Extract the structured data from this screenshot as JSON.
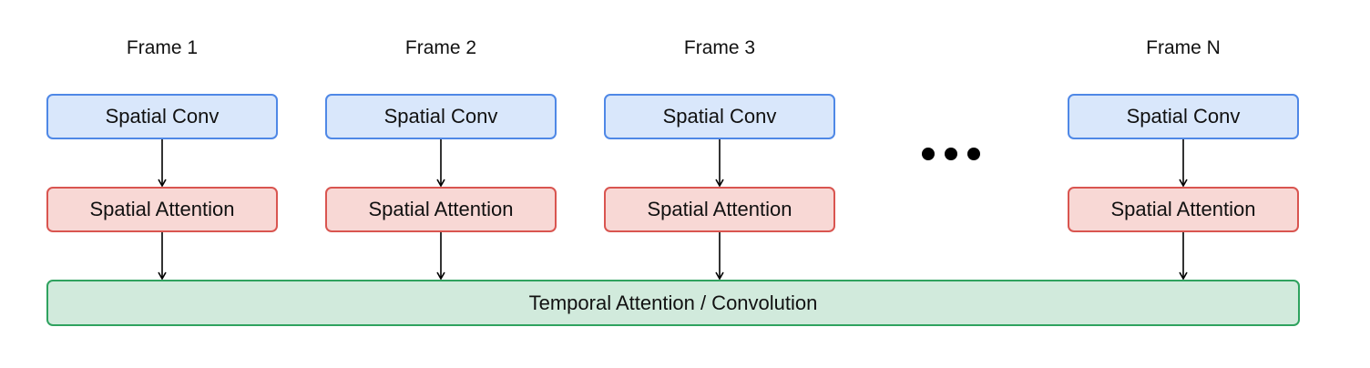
{
  "frames": [
    {
      "title": "Frame 1",
      "conv_label": "Spatial Conv",
      "attention_label": "Spatial Attention"
    },
    {
      "title": "Frame 2",
      "conv_label": "Spatial Conv",
      "attention_label": "Spatial Attention"
    },
    {
      "title": "Frame 3",
      "conv_label": "Spatial Conv",
      "attention_label": "Spatial Attention"
    },
    {
      "title": "Frame N",
      "conv_label": "Spatial Conv",
      "attention_label": "Spatial Attention"
    }
  ],
  "temporal_label": "Temporal Attention / Convolution",
  "colors": {
    "conv_fill": "#d9e7fb",
    "conv_border": "#4f88e6",
    "attention_fill": "#f8d8d5",
    "attention_border": "#d95550",
    "temporal_fill": "#d1eadc",
    "temporal_border": "#2fa25f",
    "arrow": "#000000"
  },
  "ellipsis_icon": "three-dots-ellipsis-icon"
}
